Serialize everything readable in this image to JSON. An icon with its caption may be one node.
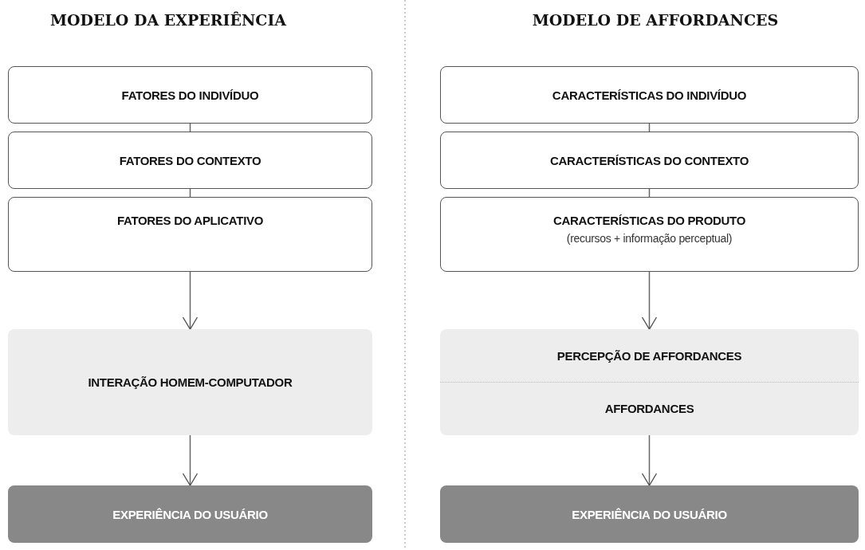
{
  "diagram": {
    "nodes": [
      {
        "text": [
          "FATORES DO INDIVÍDUO"
        ]
      },
      {
        "text": [
          "FATORES DO CONTEXTO"
        ]
      },
      {
        "text": [
          "FATORES DO APLICATIVO"
        ]
      },
      {
        "text": [
          "INTERAÇÃO HOMEM-COMPUTADOR"
        ]
      },
      {
        "text": [
          "EXPERIÊNCIA DO USUÁRIO"
        ]
      },
      {
        "text": [
          "CARACTERÍSTICAS DO INDIVÍDUO"
        ]
      },
      {
        "text": [
          "CARACTERÍSTICAS DO CONTEXTO"
        ]
      },
      {
        "text": [
          "CARACTERÍSTICAS DO PRODUTO",
          "(recursos + informação perceptual)"
        ]
      },
      {
        "text": [
          "PERCEPÇÃO DE AFFORDANCES",
          "AFFORDANCES"
        ]
      },
      {
        "text": [
          "EXPERIÊNCIA DO USUÁRIO"
        ]
      }
    ],
    "edges": [
      {
        "from": 0,
        "to": 1,
        "arrow": "none"
      },
      {
        "from": 1,
        "to": 2,
        "arrow": "none"
      },
      {
        "from": 2,
        "to": 3,
        "arrow": "to"
      },
      {
        "from": 3,
        "to": 4,
        "arrow": "to"
      },
      {
        "from": 5,
        "to": 6,
        "arrow": "none"
      },
      {
        "from": 6,
        "to": 7,
        "arrow": "none"
      },
      {
        "from": 7,
        "to": 8,
        "arrow": "to"
      },
      {
        "from": 8,
        "to": 9,
        "arrow": "to"
      }
    ],
    "labels": [
      "MODELO DA EXPERIÊNCIA",
      "MODELO DE AFFORDANCES"
    ]
  }
}
